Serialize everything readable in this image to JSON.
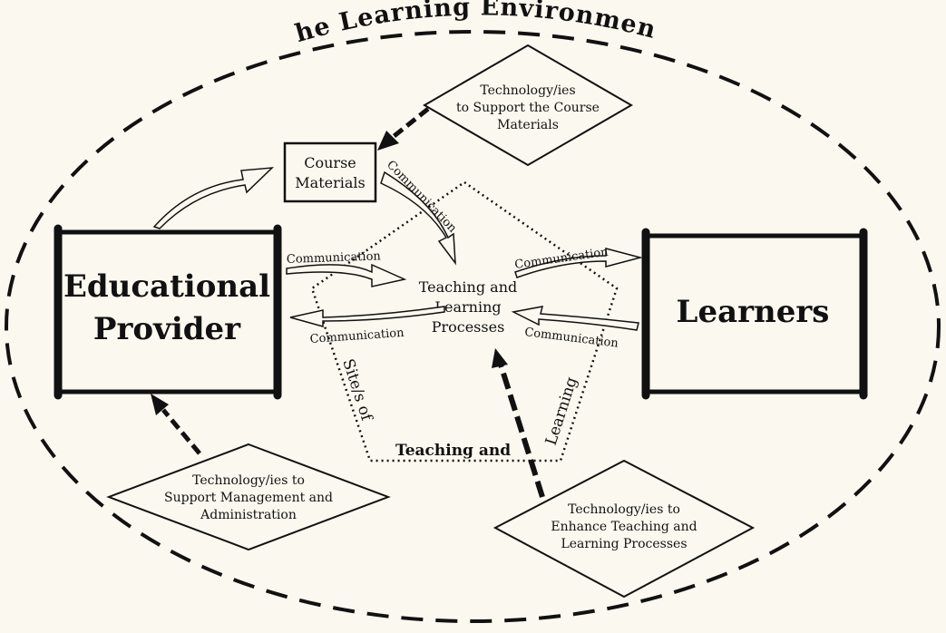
{
  "title": "The Learning Environment",
  "provider": {
    "line1": "Educational",
    "line2": "Provider"
  },
  "learners": "Learners",
  "course_materials": {
    "line1": "Course",
    "line2": "Materials"
  },
  "center": {
    "line1": "Teaching and",
    "line2": "Learning",
    "line3": "Processes"
  },
  "site_labels": {
    "left": "Site/s of",
    "bottom": "Teaching and",
    "right": "Learning"
  },
  "communication": {
    "course_to_center": "Communication",
    "provider_to_center": "Communication",
    "center_to_provider": "Communication",
    "center_to_learners": "Communication",
    "learners_to_center": "Communication"
  },
  "tech_course": {
    "line1": "Technology/ies",
    "line2": "to Support the Course",
    "line3": "Materials"
  },
  "tech_mgmt": {
    "line1": "Technology/ies to",
    "line2": "Support Management and",
    "line3": "Administration"
  },
  "tech_teaching": {
    "line1": "Technology/ies to",
    "line2": "Enhance Teaching and",
    "line3": "Learning Processes"
  },
  "colors": {
    "background": "#fbf9ef",
    "ink": "#111111"
  }
}
